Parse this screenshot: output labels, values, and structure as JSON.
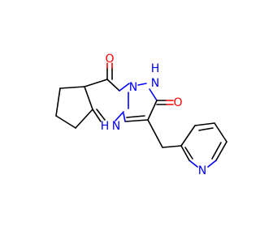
{
  "colors": {
    "carbon_bond": "#000000",
    "nitrogen": "#0000ff",
    "oxygen": "#ff0000",
    "background": "#ffffff"
  },
  "atoms": {
    "o_top": "O",
    "o_right": "O",
    "nh_top": "H",
    "n_pyrazole": "N",
    "n_bridge": "N",
    "nh_bottom_n": "N",
    "nh_bottom_h": "H",
    "n_pyridine": "N"
  }
}
